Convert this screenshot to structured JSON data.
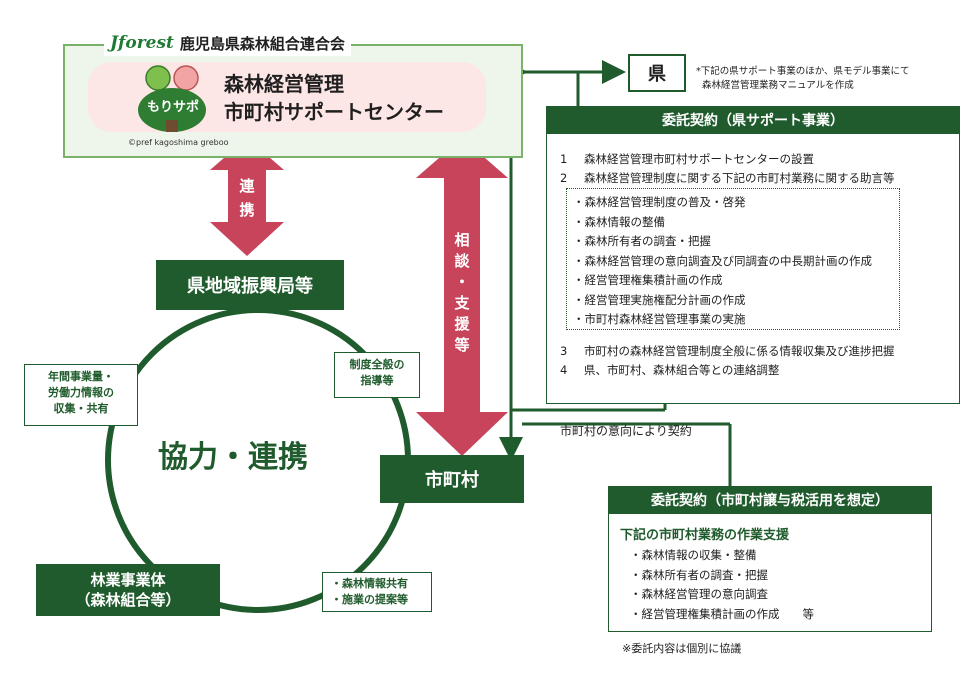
{
  "colors": {
    "dark_green": "#1f5b2c",
    "light_green": "#eef5ea",
    "pink": "#fde6e6",
    "arrow_red": "#c8445a"
  },
  "header": {
    "brand_logo": "Jforest",
    "org_name": "鹿児島県森林組合連合会"
  },
  "center_box": {
    "mascot_label": "もりサポ",
    "title_line1": "森林経営管理",
    "title_line2": "市町村サポートセンター",
    "copyright": "©pref kagoshima greboo"
  },
  "ken": {
    "label": "県",
    "note_line1": "*下記の県サポート事業のほか、県モデル事業にて",
    "note_line2": "森林経営管理業務マニュアルを作成"
  },
  "arrows": {
    "renkei": [
      "連",
      "携"
    ],
    "sodan": [
      "相",
      "談",
      "・",
      "支",
      "援",
      "等"
    ]
  },
  "nodes": {
    "shinkokyoku": "県地域振興局等",
    "shichoson": "市町村",
    "ringyo_line1": "林業事業体",
    "ringyo_line2": "（森林組合等）"
  },
  "center_label": "協力・連携",
  "small_boxes": {
    "nenkan": [
      "年間事業量・",
      "労働力情報の",
      "収集・共有"
    ],
    "seido": [
      "制度全般の",
      "指導等"
    ],
    "shinrin": [
      "・森林情報共有",
      "・施業の提案等"
    ]
  },
  "contract_ken": {
    "header": "委託契約（県サポート事業）",
    "items": [
      {
        "num": "1",
        "text": "森林経営管理市町村サポートセンターの設置"
      },
      {
        "num": "2",
        "text": "森林経営管理制度に関する下記の市町村業務に関する助言等"
      }
    ],
    "sub_items": [
      "・森林経営管理制度の普及・啓発",
      "・森林情報の整備",
      "・森林所有者の調査・把握",
      "・森林経営管理の意向調査及び同調査の中長期計画の作成",
      "・経営管理権集積計画の作成",
      "・経営管理実施権配分計画の作成",
      "・市町村森林経営管理事業の実施"
    ],
    "items2": [
      {
        "num": "3",
        "text": "市町村の森林経営管理制度全般に係る情報収集及び進捗把握"
      },
      {
        "num": "4",
        "text": "県、市町村、森林組合等との連絡調整"
      }
    ]
  },
  "ikou_label": "市町村の意向により契約",
  "contract_city": {
    "header": "委託契約（市町村譲与税活用を想定）",
    "subtitle": "下記の市町村業務の作業支援",
    "items": [
      "・森林情報の収集・整備",
      "・森林所有者の調査・把握",
      "・森林経営管理の意向調査",
      "・経営管理権集積計画の作成　　等"
    ]
  },
  "footnote": "※委託内容は個別に協議"
}
